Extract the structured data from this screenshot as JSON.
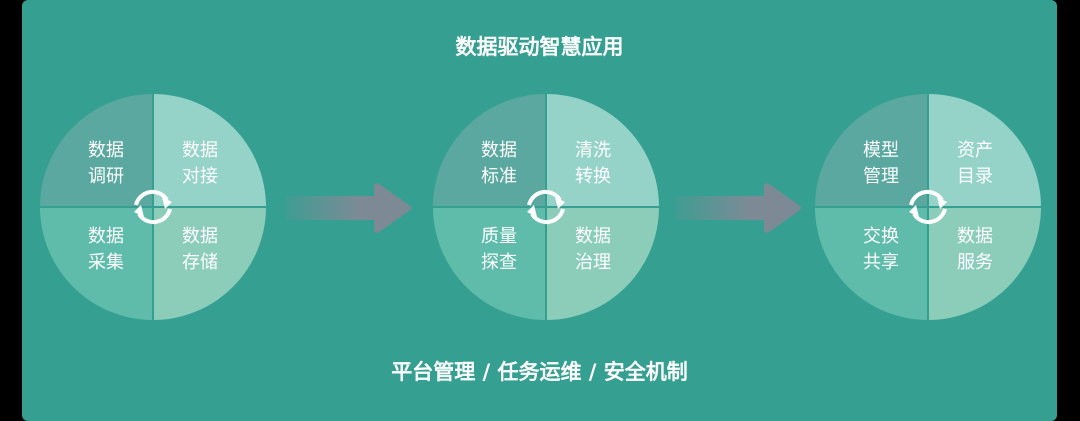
{
  "header": {
    "title": "数据驱动智慧应用"
  },
  "footer": {
    "title": "平台管理 / 任务运维 / 安全机制"
  },
  "wheels": [
    {
      "quadrants": [
        {
          "position": "top-left",
          "label": "数据调研"
        },
        {
          "position": "top-right",
          "label": "数据对接"
        },
        {
          "position": "bottom-left",
          "label": "数据采集"
        },
        {
          "position": "bottom-right",
          "label": "数据存储"
        }
      ],
      "center_icon": "cycle-icon"
    },
    {
      "quadrants": [
        {
          "position": "top-left",
          "label": "数据标准"
        },
        {
          "position": "top-right",
          "label": "清洗转换"
        },
        {
          "position": "bottom-left",
          "label": "质量探查"
        },
        {
          "position": "bottom-right",
          "label": "数据治理"
        }
      ],
      "center_icon": "cycle-icon"
    },
    {
      "quadrants": [
        {
          "position": "top-left",
          "label": "模型管理"
        },
        {
          "position": "top-right",
          "label": "资产目录"
        },
        {
          "position": "bottom-left",
          "label": "交换共享"
        },
        {
          "position": "bottom-right",
          "label": "数据服务"
        }
      ],
      "center_icon": "cycle-icon"
    }
  ],
  "connectors": [
    {
      "icon": "arrow-right-icon"
    },
    {
      "icon": "arrow-right-icon"
    }
  ],
  "colors": {
    "background": "#35a091",
    "quadrant_top_left": "#5aa8a0",
    "quadrant_top_right": "#95d2c8",
    "quadrant_bottom_left": "#5fbcab",
    "quadrant_bottom_right": "#8bcdb9",
    "arrow": "#7d8a96"
  }
}
